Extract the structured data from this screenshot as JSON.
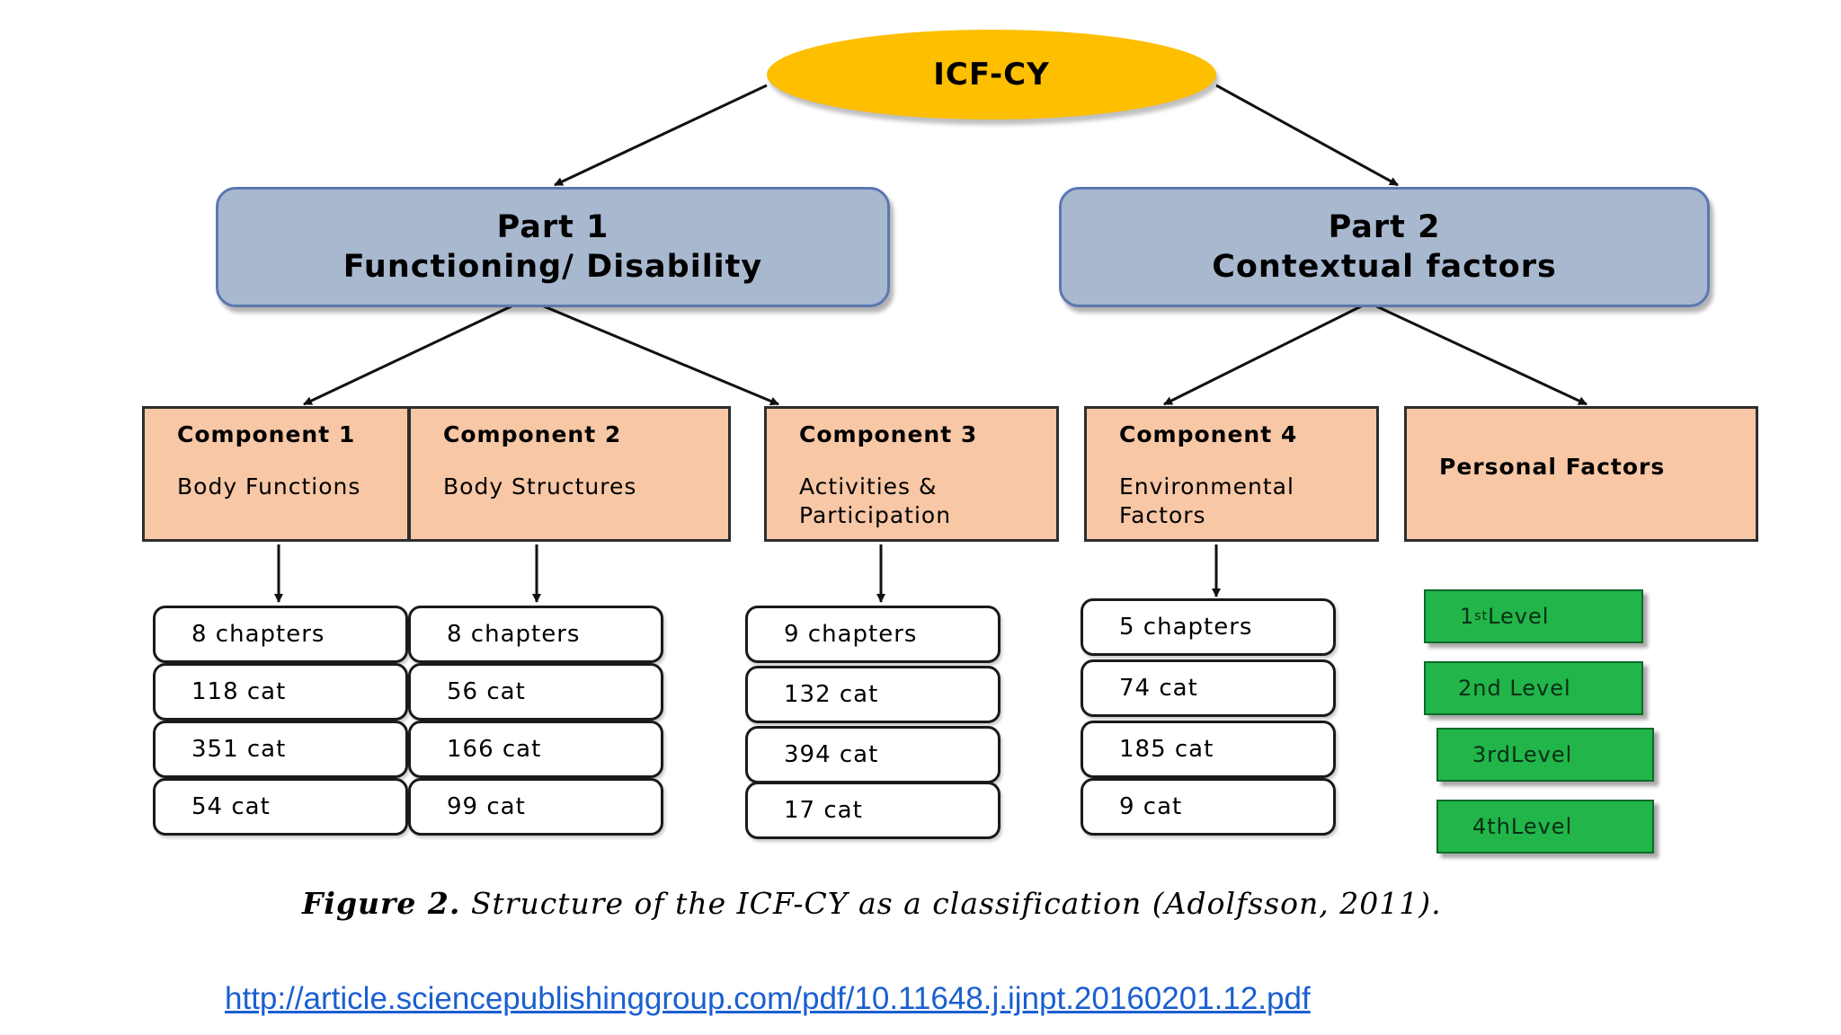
{
  "diagram": {
    "root": "ICF-CY",
    "parts": [
      {
        "line1": "Part 1",
        "line2": "Functioning/ Disability"
      },
      {
        "line1": "Part 2",
        "line2": "Contextual factors"
      }
    ],
    "components": [
      {
        "title": "Component 1",
        "desc": "Body Functions"
      },
      {
        "title": "Component 2",
        "desc": "Body Structures"
      },
      {
        "title": "Component 3",
        "desc": "Activities & Participation"
      },
      {
        "title": "Component 4",
        "desc": "Environmental Factors"
      },
      {
        "title": "Personal Factors",
        "desc": ""
      }
    ],
    "columns": [
      [
        "8 chapters",
        "118 cat",
        "351 cat",
        "54 cat"
      ],
      [
        "8 chapters",
        "56 cat",
        "166 cat",
        "99 cat"
      ],
      [
        "9 chapters",
        "132 cat",
        "394 cat",
        "17 cat"
      ],
      [
        "5 chapters",
        "74 cat",
        "185 cat",
        "9 cat"
      ]
    ],
    "levels": [
      {
        "num": "1",
        "sup": "st",
        "text": "Level"
      },
      {
        "num": "",
        "sup": "",
        "text": "2nd Level"
      },
      {
        "num": "",
        "sup": "",
        "text": "3rdLevel"
      },
      {
        "num": "",
        "sup": "",
        "text": "4thLevel"
      }
    ],
    "colors": {
      "root": "#fdbf00",
      "part": "#a8b8cf",
      "component": "#f7c7a6",
      "level": "#21b54a"
    }
  },
  "caption": {
    "label": "Figure 2.",
    "text": "Structure of the ICF-CY as a classification (Adolfsson, 2011)."
  },
  "source_link": "http://article.sciencepublishinggroup.com/pdf/10.11648.j.ijnpt.20160201.12.pdf"
}
